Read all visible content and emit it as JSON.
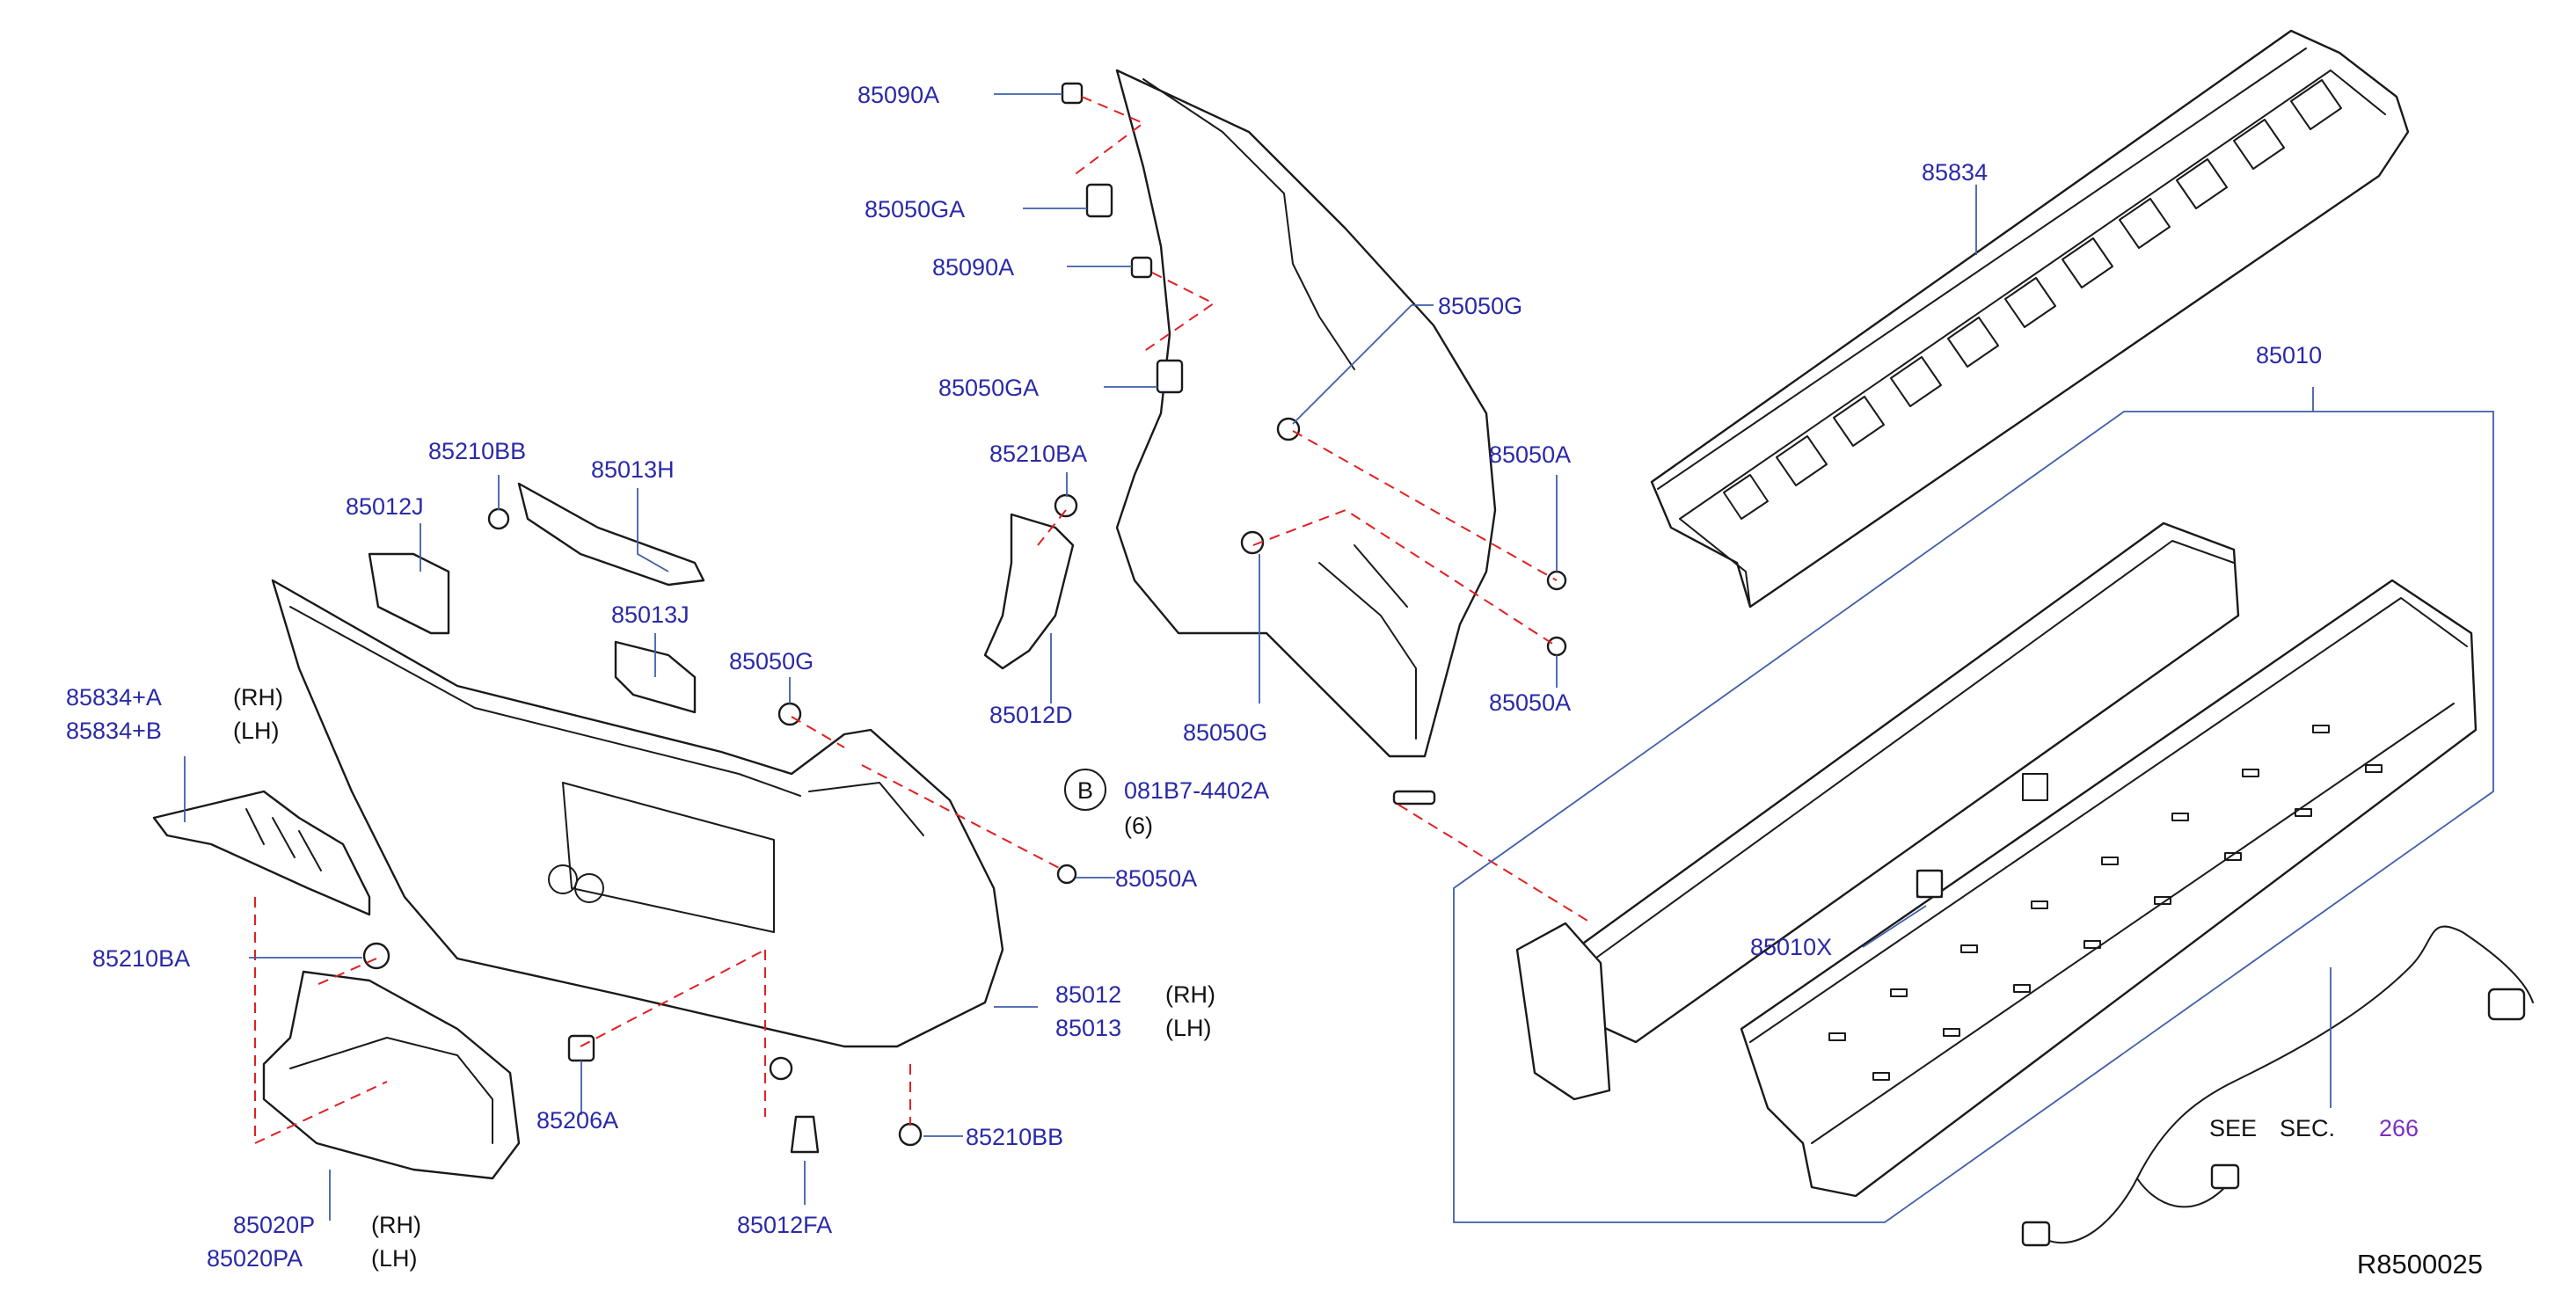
{
  "diagram": {
    "drawing_id": "R8500025",
    "callouts": [
      {
        "id": "85090A_top",
        "text": "85090A"
      },
      {
        "id": "85050GA_top",
        "text": "85050GA"
      },
      {
        "id": "85090A_mid",
        "text": "85090A"
      },
      {
        "id": "85050GA_mid",
        "text": "85050GA"
      },
      {
        "id": "85050G_upper",
        "text": "85050G"
      },
      {
        "id": "85210BA_upper",
        "text": "85210BA"
      },
      {
        "id": "85050A_right_top",
        "text": "85050A"
      },
      {
        "id": "85050A_right_bottom",
        "text": "85050A"
      },
      {
        "id": "85012D",
        "text": "85012D"
      },
      {
        "id": "85050G_lower",
        "text": "85050G"
      },
      {
        "id": "85210BB_top",
        "text": "85210BB"
      },
      {
        "id": "85013H",
        "text": "85013H"
      },
      {
        "id": "85012J",
        "text": "85012J"
      },
      {
        "id": "85013J",
        "text": "85013J"
      },
      {
        "id": "85050G_center",
        "text": "85050G"
      },
      {
        "id": "85834A",
        "text": "85834+A"
      },
      {
        "id": "85834B",
        "text": "85834+B"
      },
      {
        "id": "85050A_center",
        "text": "85050A"
      },
      {
        "id": "85210BA_left",
        "text": "85210BA"
      },
      {
        "id": "85012",
        "text": "85012"
      },
      {
        "id": "85013",
        "text": "85013"
      },
      {
        "id": "85206A",
        "text": "85206A"
      },
      {
        "id": "85210BB_bottom",
        "text": "85210BB"
      },
      {
        "id": "85012FA",
        "text": "85012FA"
      },
      {
        "id": "85020P",
        "text": "85020P"
      },
      {
        "id": "85020PA",
        "text": "85020PA"
      },
      {
        "id": "85834",
        "text": "85834"
      },
      {
        "id": "85010",
        "text": "85010"
      },
      {
        "id": "85010X",
        "text": "85010X"
      },
      {
        "id": "bolt",
        "text": "081B7-4402A"
      }
    ],
    "side_labels": {
      "rh": "(RH)",
      "lh": "(LH)"
    },
    "bolt_badge": "B",
    "bolt_qty": "(6)",
    "see_sec": {
      "see": "SEE",
      "sec": "SEC.",
      "number": "266"
    },
    "colors": {
      "part_number": "#2a2aa8",
      "leader": "#3f5fa8",
      "dashed_line": "#e02020",
      "section_ref": "#7a2fbf",
      "outline": "#1a1a1a"
    }
  }
}
